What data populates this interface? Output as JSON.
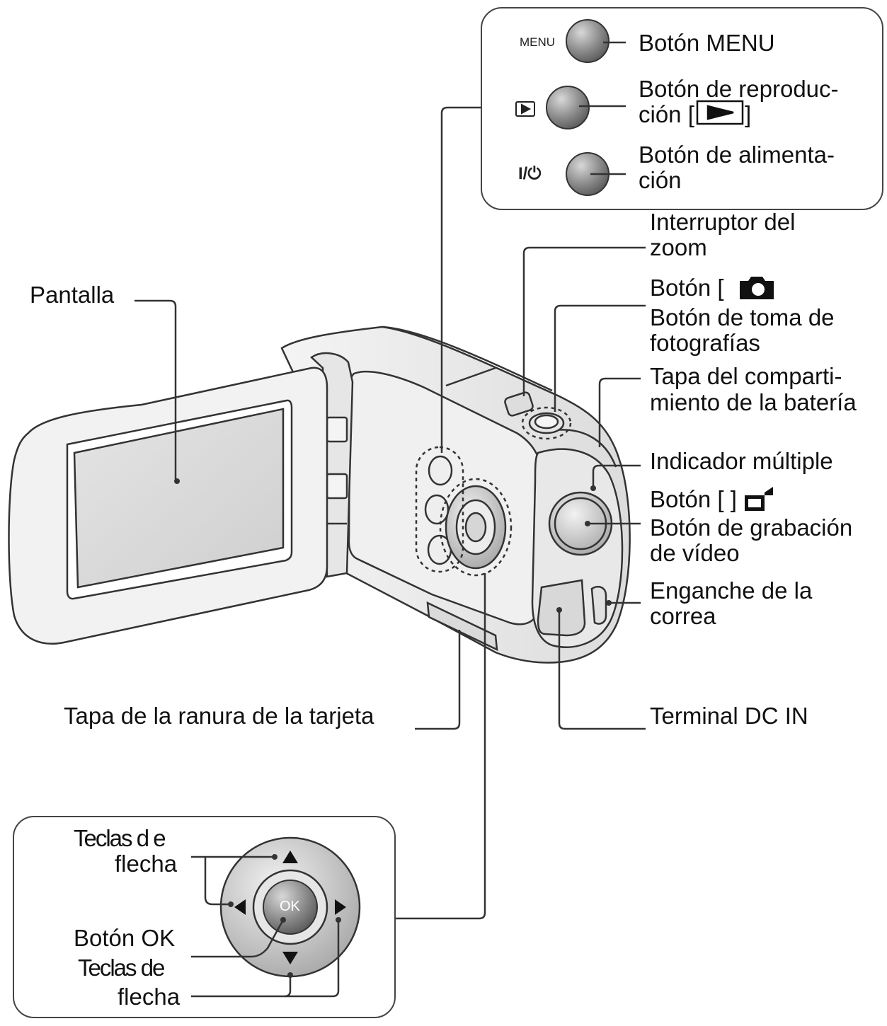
{
  "top_panel": {
    "menu_glyph": "MENU",
    "power_glyph": "I/⏻",
    "menu_label": "Botón MENU",
    "playback_label_1": "Botón de reproduc-",
    "playback_label_2_pre": "ción [",
    "playback_label_2_post": "]",
    "power_label_1": "Botón de alimenta-",
    "power_label_2": "ción"
  },
  "right_labels": {
    "zoom_1": "Interruptor del",
    "zoom_2": "zoom",
    "photo_1": "Botón [",
    "photo_2": "Botón de toma de",
    "photo_3": "fotografías",
    "battery_1": "Tapa del comparti-",
    "battery_2": "miento de la batería",
    "indicator": "Indicador múltiple",
    "video_1": "Botón [ ]",
    "video_2": "Botón de grabación",
    "video_3": "de vídeo",
    "strap_1": "Enganche de la",
    "strap_2": "correa",
    "dcin": "Terminal DC IN"
  },
  "left_labels": {
    "screen": "Pantalla",
    "card_slot": "Tapa de la ranura de la tarjeta"
  },
  "bottom_panel": {
    "arrows_top_1": "Teclas d e",
    "arrows_top_2": "flecha",
    "ok_label": "Botón OK",
    "ok_glyph": "OK",
    "arrows_bottom_1": "Teclas de",
    "arrows_bottom_2": "flecha"
  },
  "icons": [
    "playback-icon",
    "power-icon",
    "camera-icon",
    "video-camera-icon",
    "arrow-up-icon",
    "arrow-down-icon",
    "arrow-left-icon",
    "arrow-right-icon"
  ]
}
